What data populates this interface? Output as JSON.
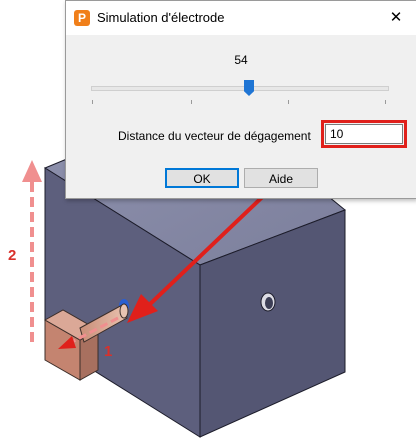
{
  "dialog": {
    "title": "Simulation d'électrode",
    "app_icon": "P-icon",
    "close_icon": "close-icon",
    "slider_value": "54",
    "slider_value_num": 54,
    "distance_label": "Distance du vecteur de dégagement",
    "distance_value": "10",
    "ok_label": "OK",
    "help_label": "Aide"
  },
  "annotations": {
    "step1": "1",
    "step2": "2"
  },
  "colors": {
    "cube_front": "#5a5c7a",
    "cube_top": "#878aa6",
    "highlight_red": "#e0201b",
    "dashed_arrow": "#f08f8f",
    "slider_accent": "#1f75d4"
  }
}
